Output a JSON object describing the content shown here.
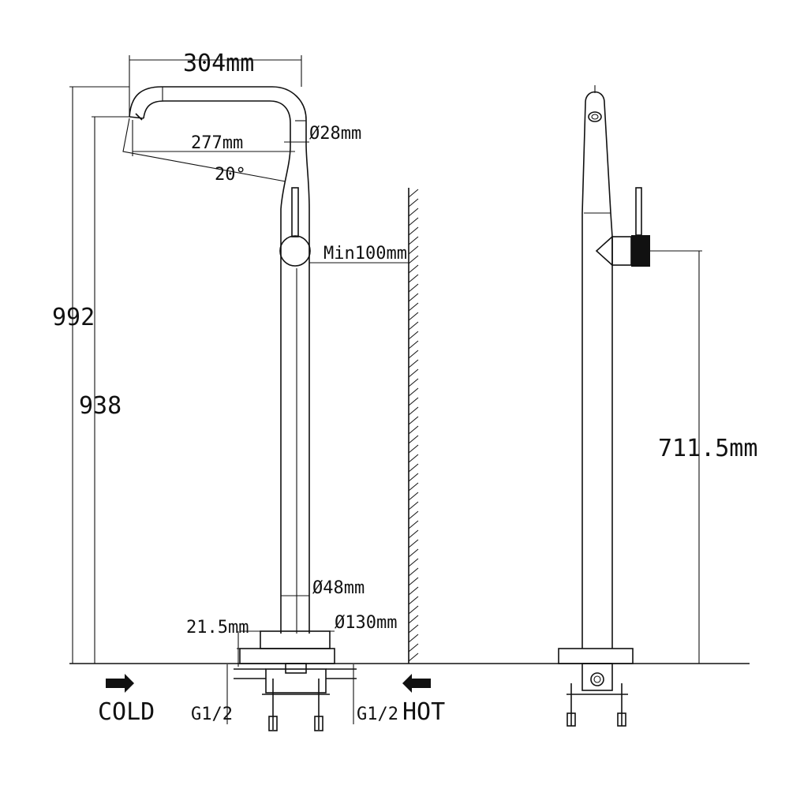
{
  "colors": {
    "line": "#111111",
    "background": "#ffffff"
  },
  "dimensions": {
    "spout_reach_outer": "304mm",
    "spout_reach_inner": "277mm",
    "spout_angle": "20°",
    "spout_diameter": "Ø28mm",
    "wall_clearance": "Min100mm",
    "total_height": "992",
    "outlet_height": "938",
    "body_diameter": "Ø48mm",
    "base_thickness": "21.5mm",
    "base_diameter": "Ø130mm",
    "handle_height": "711.5mm",
    "inlet_thread_left": "G1/2",
    "inlet_thread_right": "G1/2"
  },
  "inlets": {
    "cold_label": "COLD",
    "hot_label": "HOT"
  },
  "icons": [
    "arrow-right-icon",
    "arrow-left-icon"
  ]
}
